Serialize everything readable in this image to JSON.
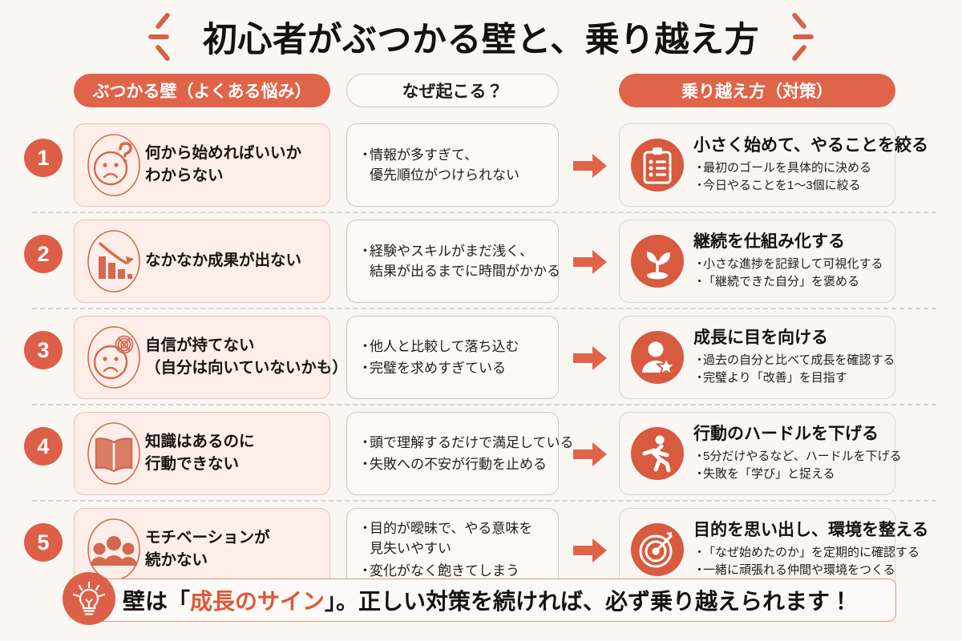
{
  "title": "初心者がぶつかる壁と、乗り越え方",
  "colors": {
    "background": "#faf7f3",
    "accent": "#e0644a",
    "accent_dark": "#d85a3f",
    "problem_box_bg": "#fdeee9",
    "solution_box_bg": "#fbf6f1",
    "neutral_box_bg": "#fcfaf7",
    "highlight_text": "#e0563a"
  },
  "headers": {
    "problem": "ぶつかる壁（よくある悩み）",
    "cause": "なぜ起こる？",
    "solution": "乗り越え方（対策）"
  },
  "rows": [
    {
      "number": "1",
      "problem_icon": "confused-face-icon",
      "problem_lines": [
        "何から始めればいいか",
        "わからない"
      ],
      "causes": [
        [
          "情報が多すぎて、",
          "優先順位がつけられない"
        ]
      ],
      "solution_icon": "clipboard-checklist-icon",
      "solution_title": "小さく始めて、やることを絞る",
      "solution_points": [
        "最初のゴールを具体的に決める",
        "今日やることを1〜3個に絞る"
      ]
    },
    {
      "number": "2",
      "problem_icon": "declining-bar-chart-icon",
      "problem_lines": [
        "なかなか成果が出ない"
      ],
      "causes": [
        [
          "経験やスキルがまだ浅く、",
          "結果が出るまでに時間がかかる"
        ]
      ],
      "solution_icon": "sprout-icon",
      "solution_title": "継続を仕組み化する",
      "solution_points": [
        "小さな進捗を記録して可視化する",
        "「継続できた自分」を褒める"
      ]
    },
    {
      "number": "3",
      "problem_icon": "worried-face-icon",
      "problem_lines": [
        "自信が持てない",
        "（自分は向いていないかも）"
      ],
      "causes": [
        [
          "他人と比較して落ち込む"
        ],
        [
          "完璧を求めすぎている"
        ]
      ],
      "solution_icon": "person-star-icon",
      "solution_title": "成長に目を向ける",
      "solution_points": [
        "過去の自分と比べて成長を確認する",
        "完璧より「改善」を目指す"
      ]
    },
    {
      "number": "4",
      "problem_icon": "open-book-icon",
      "problem_lines": [
        "知識はあるのに",
        "行動できない"
      ],
      "causes": [
        [
          "頭で理解するだけで満足している"
        ],
        [
          "失敗への不安が行動を止める"
        ]
      ],
      "solution_icon": "running-person-icon",
      "solution_title": "行動のハードルを下げる",
      "solution_points": [
        "5分だけやるなど、ハードルを下げる",
        "失敗を「学び」と捉える"
      ]
    },
    {
      "number": "5",
      "problem_icon": "people-group-icon",
      "problem_lines": [
        "モチベーションが",
        "続かない"
      ],
      "causes": [
        [
          "目的が曖昧で、やる意味を",
          "見失いやすい"
        ],
        [
          "変化がなく飽きてしまう"
        ]
      ],
      "solution_icon": "target-dart-icon",
      "solution_title": "目的を思い出し、環境を整える",
      "solution_points": [
        "「なぜ始めたのか」を定期的に確認する",
        "一緒に頑張れる仲間や環境をつくる"
      ]
    }
  ],
  "footer": {
    "icon": "lightbulb-icon",
    "prefix": "壁は「",
    "highlight": "成長のサイン",
    "suffix": "」。正しい対策を続ければ、必ず乗り越えられます！"
  },
  "bullet_marker": "・",
  "arrow_icon": "arrow-right-icon"
}
